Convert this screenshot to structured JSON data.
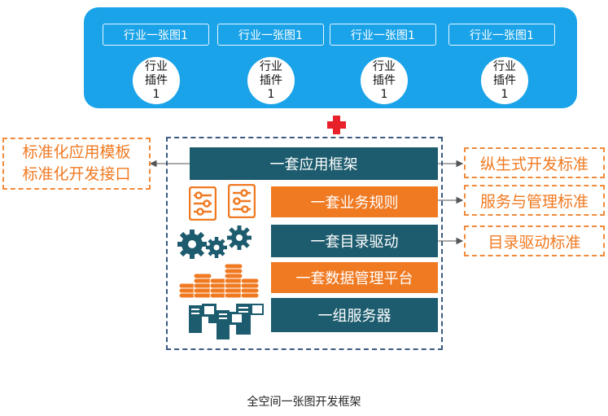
{
  "top_panel": {
    "maps": [
      "行业一张图1",
      "行业一张图1",
      "行业一张图1",
      "行业一张图1"
    ],
    "plugins": [
      {
        "line1": "行业",
        "line2": "插件",
        "line3": "1"
      },
      {
        "line1": "行业",
        "line2": "插件",
        "line3": "1"
      },
      {
        "line1": "行业",
        "line2": "插件",
        "line3": "1"
      },
      {
        "line1": "行业",
        "line2": "插件",
        "line3": "1"
      }
    ]
  },
  "layers": {
    "app_framework": "一套应用框架",
    "business_rules": "一套业务规则",
    "catalog_driver": "一套目录驱动",
    "data_platform": "一套数据管理平台",
    "servers": "一组服务器"
  },
  "left_box": {
    "line1": "标准化应用模板",
    "line2": "标准化开发接口"
  },
  "right_boxes": {
    "dev_standard": "纵生式开发标准",
    "service_standard": "服务与管理标准",
    "catalog_standard": "目录驱动标准"
  },
  "caption": "全空间一张图开发框架",
  "colors": {
    "blue": "#1aa3e8",
    "teal": "#1d5c6e",
    "orange": "#f07a22",
    "frame": "#3a5a80"
  }
}
